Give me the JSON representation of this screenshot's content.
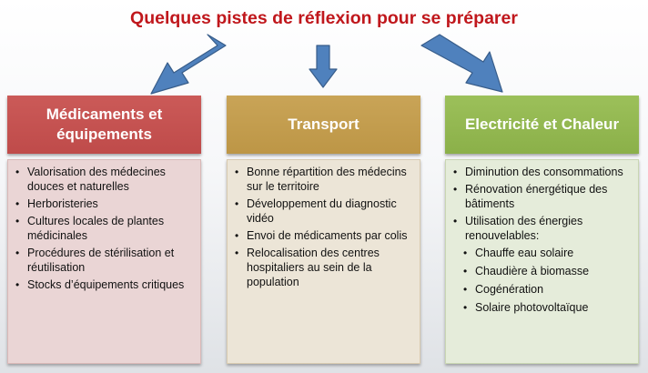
{
  "title": "Quelques pistes de réflexion pour se préparer",
  "columns": [
    {
      "header": "Médicaments et équipements",
      "items": [
        {
          "text": "Valorisation des médecines douces et naturelles",
          "level": 0
        },
        {
          "text": "Herboristeries",
          "level": 0
        },
        {
          "text": "Cultures locales de plantes médicinales",
          "level": 0
        },
        {
          "text": "Procédures de stérilisation et réutilisation",
          "level": 0
        },
        {
          "text": "Stocks d’équipements critiques",
          "level": 0
        }
      ]
    },
    {
      "header": "Transport",
      "items": [
        {
          "text": "Bonne répartition des médecins sur le territoire",
          "level": 0
        },
        {
          "text": "Développement  du diagnostic vidéo",
          "level": 0
        },
        {
          "text": "Envoi de médicaments par colis",
          "level": 0
        },
        {
          "text": "Relocalisation des centres hospitaliers au sein de la population",
          "level": 0
        }
      ]
    },
    {
      "header": "Electricité et Chaleur",
      "items": [
        {
          "text": "Diminution des consommations",
          "level": 0
        },
        {
          "text": "Rénovation énergétique des bâtiments",
          "level": 0
        },
        {
          "text": "Utilisation des énergies renouvelables:",
          "level": 0
        },
        {
          "text": "Chauffe eau solaire",
          "level": 1
        },
        {
          "text": "Chaudière à biomasse",
          "level": 1
        },
        {
          "text": "Cogénération",
          "level": 1
        },
        {
          "text": "Solaire photovoltaïque",
          "level": 1
        }
      ]
    }
  ],
  "colors": {
    "title": "#c0171c",
    "arrow_fill": "#4f81bd",
    "arrow_stroke": "#385d8a",
    "header_1": "#c0504d",
    "header_2": "#c0994a",
    "header_3": "#8fb34d"
  },
  "icons": {
    "bullet": "bullet-icon",
    "arrow": "arrow-down-icon"
  }
}
